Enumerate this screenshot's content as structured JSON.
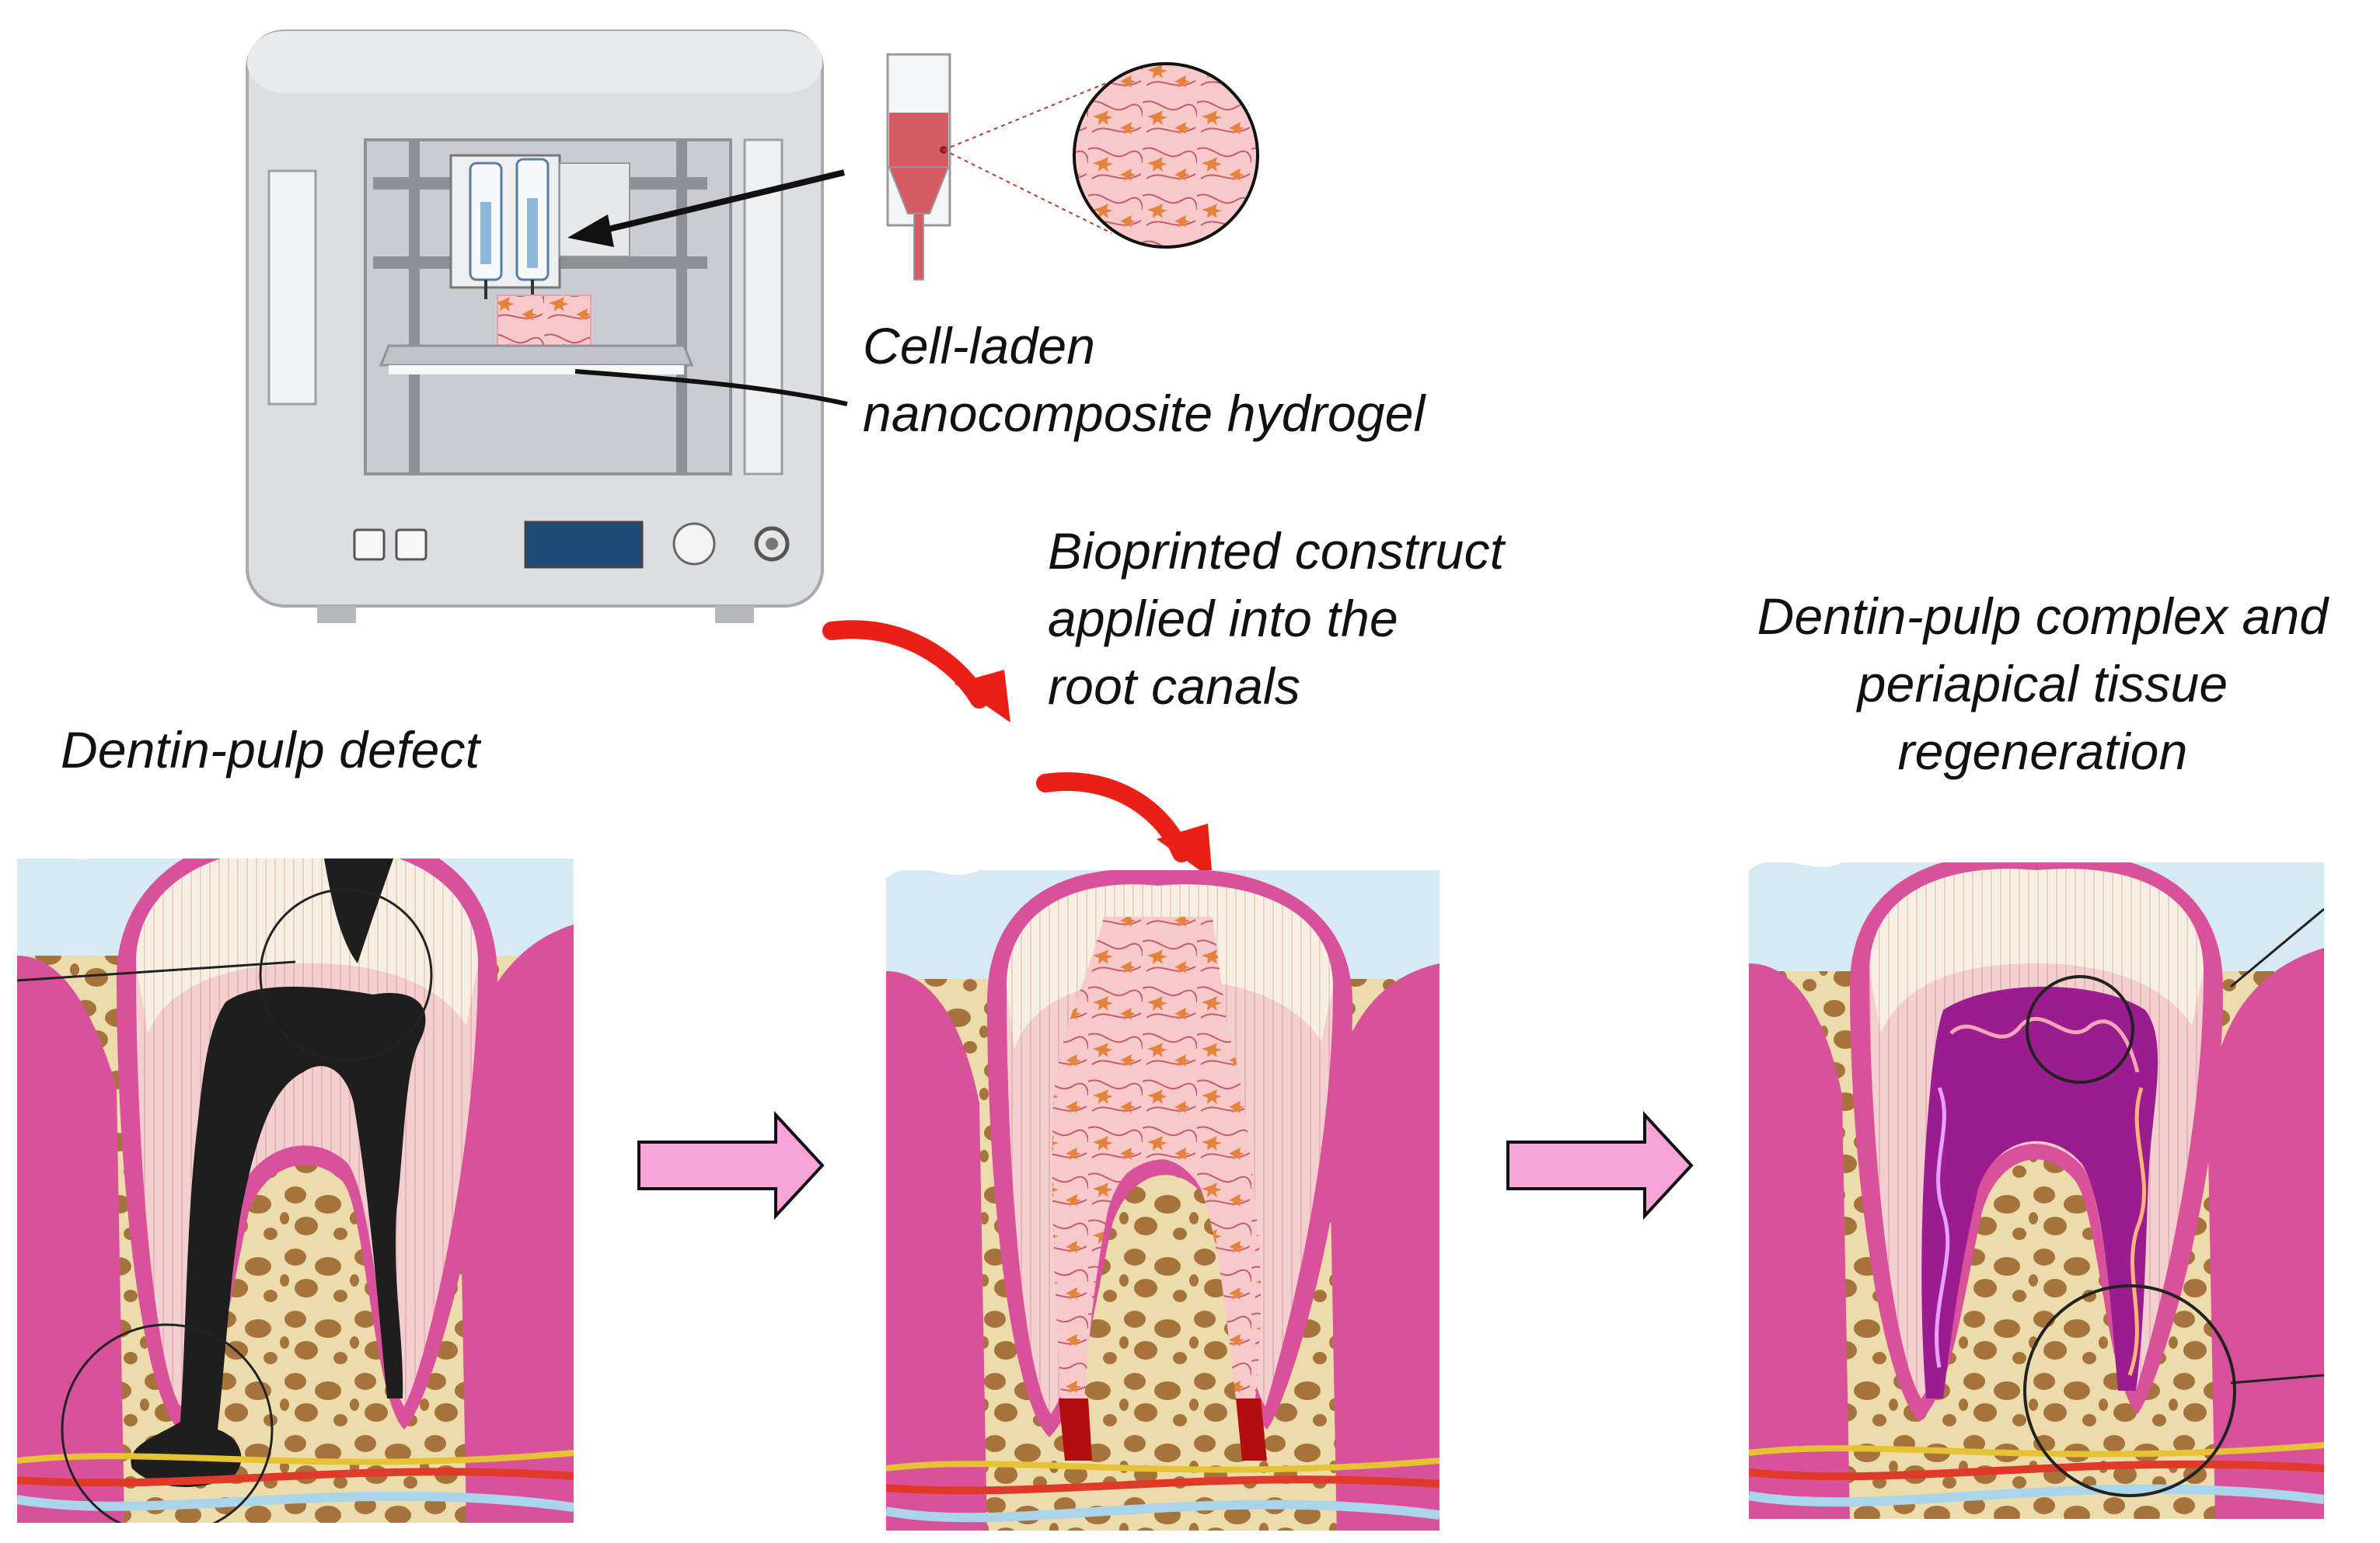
{
  "labels": {
    "hydrogel": "Cell-laden\nnanocomposite hydrogel",
    "construct": "Bioprinted construct\napplied into the\nroot canals",
    "regeneration": "Dentin-pulp complex and\nperiapical tissue\nregeneration",
    "defect": "Dentin-pulp defect"
  },
  "colors": {
    "gum": "#d9519a",
    "bone": "#ecdcab",
    "bone_pore": "#a7733d",
    "enamel": "#f6f0e4",
    "dentin": "#f3c9c9",
    "decay": "#1e1e1e",
    "hydrogel": "#f4b8bd",
    "fiber": "#e3833c",
    "regenerated_pulp": "#9b1c8e",
    "process_arrow": "#f6a3d7",
    "red_arrow": "#ea1f16",
    "printer_body": "#dcdee2",
    "display": "#1d4c78"
  },
  "icons": [
    "bioprinter-icon",
    "syringe-nozzle-icon",
    "magnified-hydrogel-icon",
    "red-curved-arrow-icon",
    "pink-process-arrow-icon"
  ]
}
